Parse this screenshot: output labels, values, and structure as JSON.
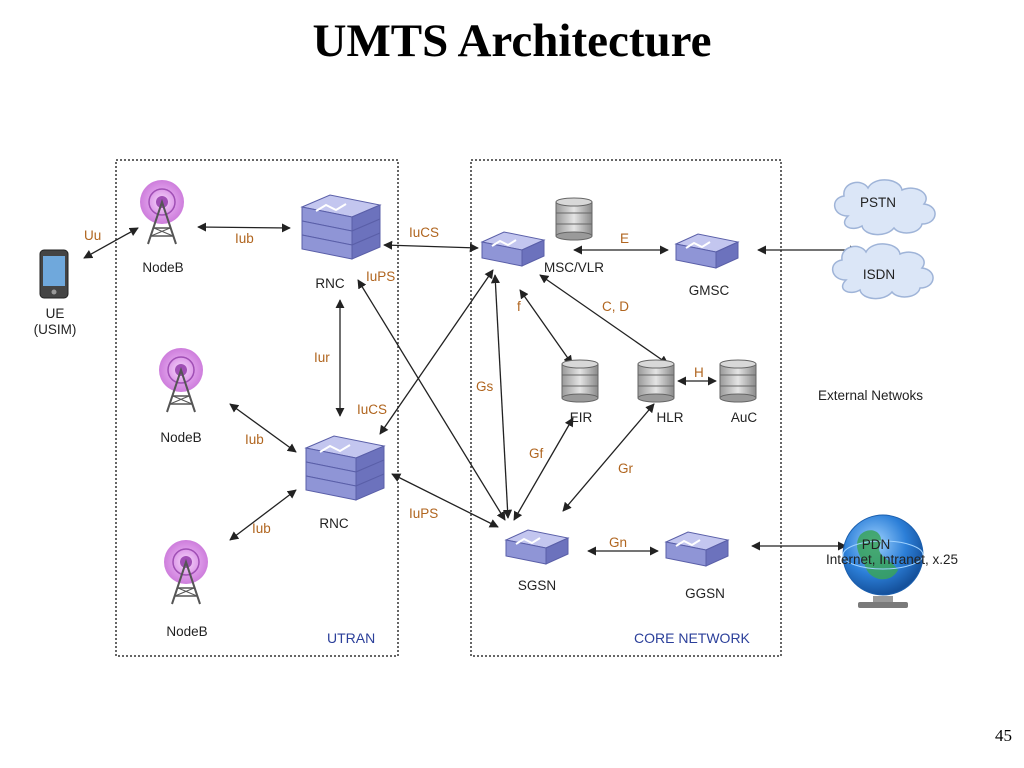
{
  "title": "UMTS Architecture",
  "page_number": "45",
  "regions": {
    "utran": "UTRAN",
    "core": "CORE NETWORK",
    "external": "External Netwoks"
  },
  "nodes": {
    "ue": {
      "line1": "UE",
      "line2": "(USIM)"
    },
    "nodeb_top": "NodeB",
    "nodeb_mid": "NodeB",
    "nodeb_bottom": "NodeB",
    "rnc_top": "RNC",
    "rnc_bottom": "RNC",
    "msc_vlr": "MSC/VLR",
    "gmsc": "GMSC",
    "eir": "EIR",
    "hlr": "HLR",
    "auc": "AuC",
    "sgsn": "SGSN",
    "ggsn": "GGSN",
    "pstn": "PSTN",
    "isdn": "ISDN",
    "pdn": {
      "line1": "PDN",
      "line2": "Internet, Intranet, x.25"
    }
  },
  "interfaces": {
    "uu": "Uu",
    "iub_top": "Iub",
    "iub_mid": "Iub",
    "iub_bottom": "Iub",
    "iur": "Iur",
    "iucs_top": "IuCS",
    "iups_top": "IuPS",
    "iucs_bottom": "IuCS",
    "iups_bottom": "IuPS",
    "e": "E",
    "f": "f",
    "cd": "C, D",
    "h": "H",
    "gs": "Gs",
    "gf": "Gf",
    "gr": "Gr",
    "gn": "Gn"
  },
  "colors": {
    "node_face": "#8f95d6",
    "node_dark": "#5a5fa8",
    "antenna_glow": "#d98ee6",
    "interface_label": "#b0651f",
    "region_label": "#2b3f9a",
    "cloud": "#dbe6f7",
    "globe": "#2c7fd8"
  }
}
